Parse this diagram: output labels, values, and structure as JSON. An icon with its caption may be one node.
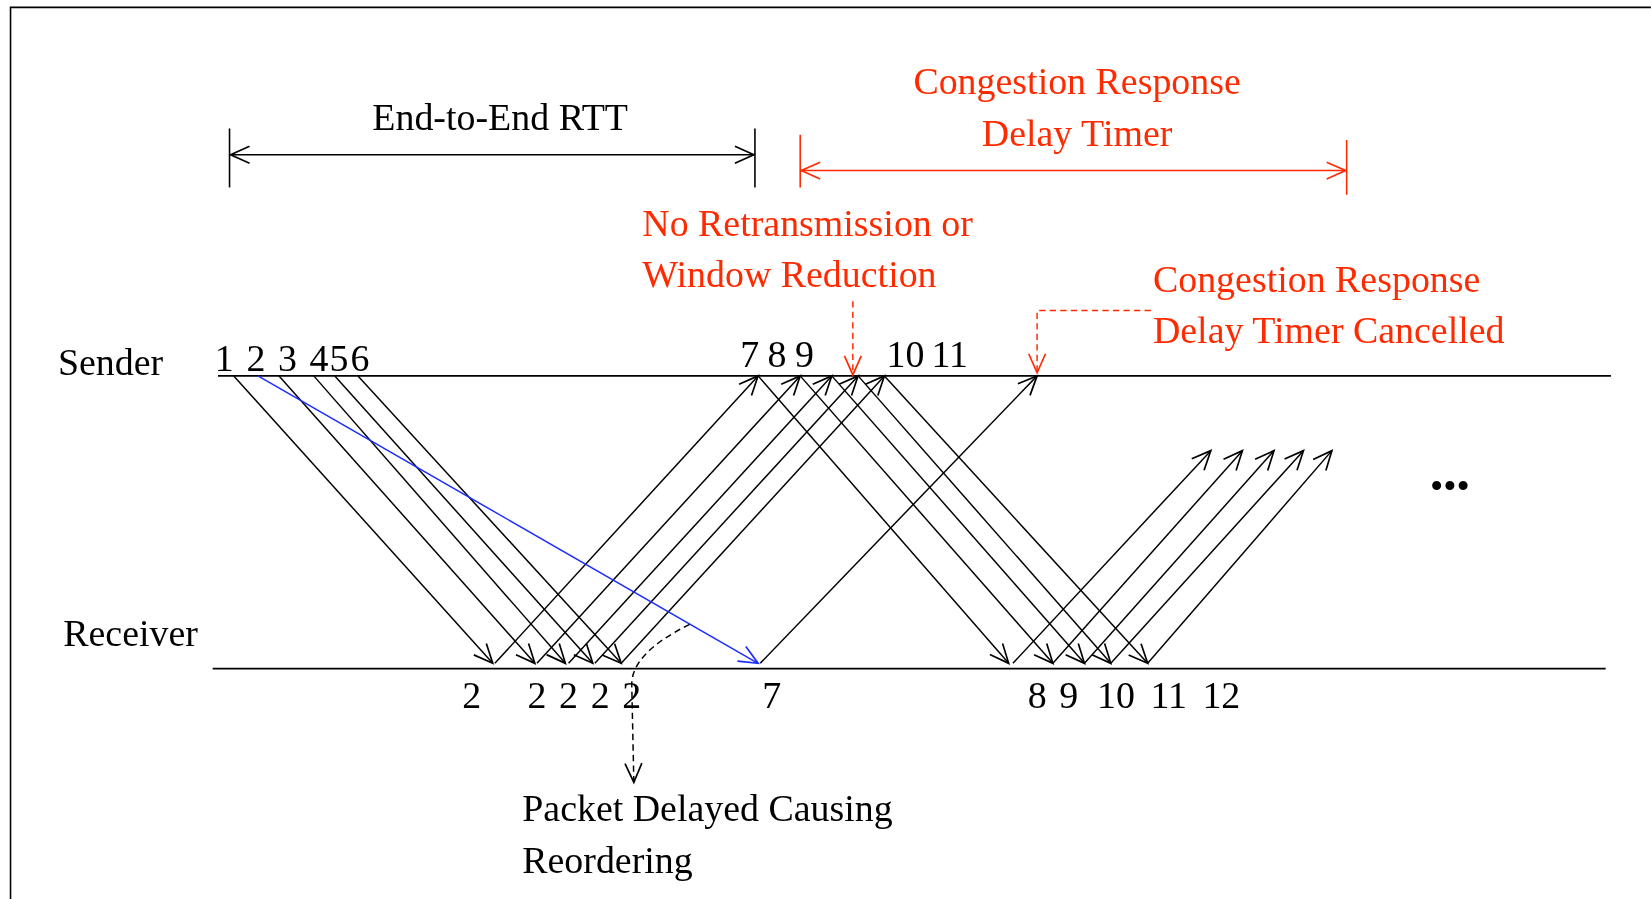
{
  "diagram": {
    "nodes": [
      {
        "text": [
          "No Retransmission or Window Reduction"
        ]
      },
      {
        "text": [
          "Congestion Response Delay Timer Cancelled"
        ]
      },
      {
        "text": [
          "Packet Delayed Causing Reordering"
        ]
      }
    ],
    "edges": [
      {
        "from": 0,
        "to": null,
        "arrow": "to",
        "style": "dashed",
        "color": "#ff2a00"
      },
      {
        "from": 1,
        "to": null,
        "arrow": "to",
        "style": "dashed",
        "color": "#ff2a00"
      },
      {
        "from": null,
        "to": 2,
        "arrow": "to",
        "style": "dashed",
        "color": "#000000"
      }
    ],
    "labels": [
      "Congestion Response Delay Timer",
      "End-to-End RTT",
      "Sender",
      "1",
      "2",
      "3",
      "4",
      "5",
      "6",
      "7",
      "8",
      "9",
      "10",
      "11",
      "•••",
      "Receiver",
      "2",
      "2",
      "2",
      "2",
      "2",
      "7",
      "8",
      "9",
      "10",
      "11",
      "12"
    ]
  }
}
